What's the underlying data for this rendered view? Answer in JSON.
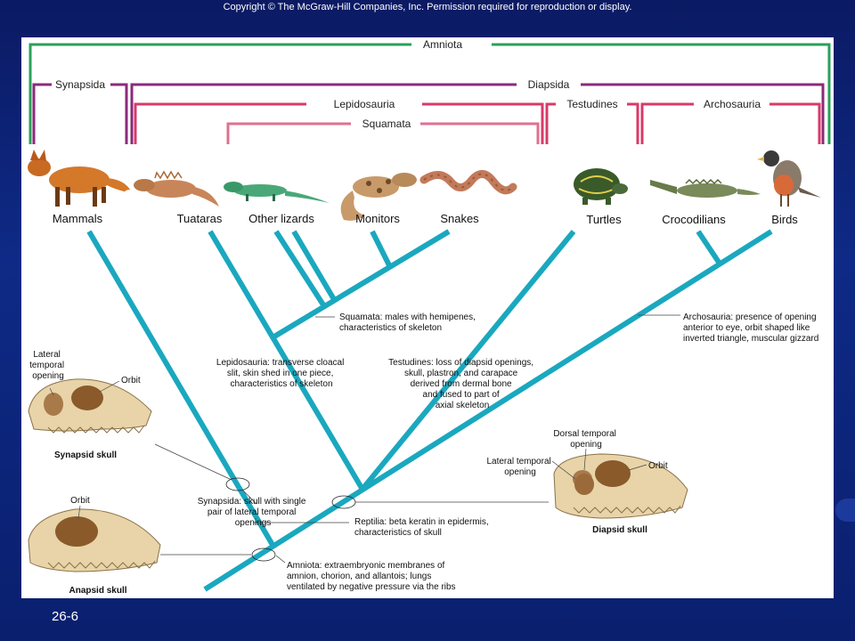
{
  "copyright": "Copyright © The McGraw-Hill Companies, Inc. Permission required for reproduction or display.",
  "slide_number": "26-6",
  "brackets": {
    "amniota": "Amniota",
    "synapsida": "Synapsida",
    "diapsida": "Diapsida",
    "lepidosauria": "Lepidosauria",
    "testudines": "Testudines",
    "archosauria": "Archosauria",
    "squamata": "Squamata"
  },
  "taxa": {
    "mammals": "Mammals",
    "tuataras": "Tuataras",
    "other_lizards": "Other lizards",
    "monitors": "Monitors",
    "snakes": "Snakes",
    "turtles": "Turtles",
    "crocodilians": "Crocodilians",
    "birds": "Birds"
  },
  "annotations": {
    "squamata": [
      "Squamata: males with hemipenes,",
      "characteristics of skeleton"
    ],
    "archosauria": [
      "Archosauria: presence of opening",
      "anterior to eye, orbit shaped like",
      "inverted triangle, muscular gizzard"
    ],
    "lepidosauria": [
      "Lepidosauria: transverse cloacal",
      "slit, skin shed in one piece,",
      "characteristics of skeleton"
    ],
    "testudines": [
      "Testudines: loss of diapsid openings,",
      "skull, plastron, and carapace",
      "derived from dermal bone",
      "and fused to part of",
      "axial skeleton"
    ],
    "synapsida": [
      "Synapsida: skull with single",
      "pair of lateral temporal",
      "openings"
    ],
    "reptilia": [
      "Reptilia: beta keratin in epidermis,",
      "characteristics of skull"
    ],
    "amniota": [
      "Amniota: extraembryonic membranes of",
      "amnion, chorion, and allantois; lungs",
      "ventilated by negative pressure via the ribs"
    ]
  },
  "skulls": {
    "synapsid": {
      "lateral_opening": [
        "Lateral",
        "temporal",
        "opening"
      ],
      "orbit": "Orbit",
      "caption": "Synapsid skull"
    },
    "anapsid": {
      "orbit": "Orbit",
      "caption": "Anapsid skull"
    },
    "diapsid": {
      "dorsal_opening": [
        "Dorsal temporal",
        "opening"
      ],
      "lateral_opening": [
        "Lateral temporal",
        "opening"
      ],
      "orbit": "Orbit",
      "caption": "Diapsid skull"
    }
  },
  "colors": {
    "amniota_bracket": "#2aa05a",
    "synapsida_bracket": "#8a2a7a",
    "diapsida_bracket": "#8a2a7a",
    "lepidosauria_bracket": "#d83a6a",
    "squamata_bracket": "#e07090",
    "tree_branch": "#1aa8bf"
  }
}
